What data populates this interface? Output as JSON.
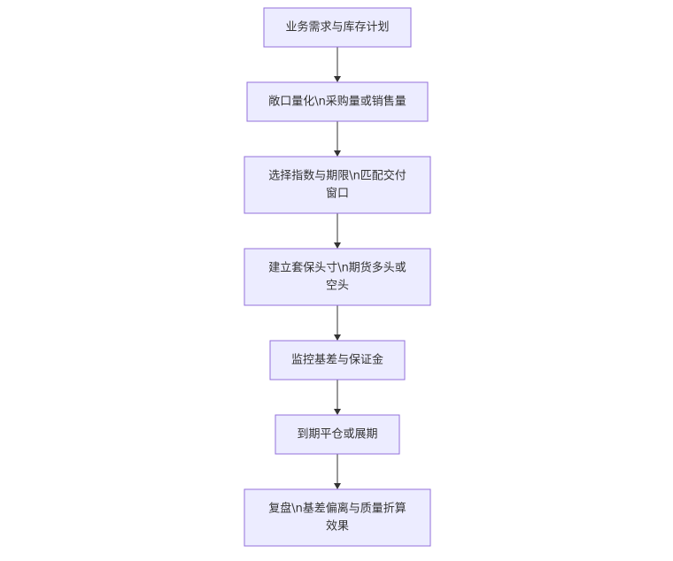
{
  "flow": {
    "nodes": [
      {
        "id": "n1",
        "lines": [
          "业务需求与库存计划"
        ]
      },
      {
        "id": "n2",
        "lines": [
          "敞口量化\\n采购量或销售量"
        ]
      },
      {
        "id": "n3",
        "lines": [
          "选择指数与期限\\n匹配交付",
          "窗口"
        ]
      },
      {
        "id": "n4",
        "lines": [
          "建立套保头寸\\n期货多头或",
          "空头"
        ]
      },
      {
        "id": "n5",
        "lines": [
          "监控基差与保证金"
        ]
      },
      {
        "id": "n6",
        "lines": [
          "到期平仓或展期"
        ]
      },
      {
        "id": "n7",
        "lines": [
          "复盘\\n基差偏离与质量折算",
          "效果"
        ]
      }
    ],
    "edges": [
      {
        "from": "n1",
        "to": "n2"
      },
      {
        "from": "n2",
        "to": "n3"
      },
      {
        "from": "n3",
        "to": "n4"
      },
      {
        "from": "n4",
        "to": "n5"
      },
      {
        "from": "n5",
        "to": "n6"
      },
      {
        "from": "n6",
        "to": "n7"
      }
    ],
    "colors": {
      "node_fill": "#ECECFF",
      "node_stroke": "#9370DB",
      "text": "#333333",
      "edge": "#333333"
    }
  }
}
